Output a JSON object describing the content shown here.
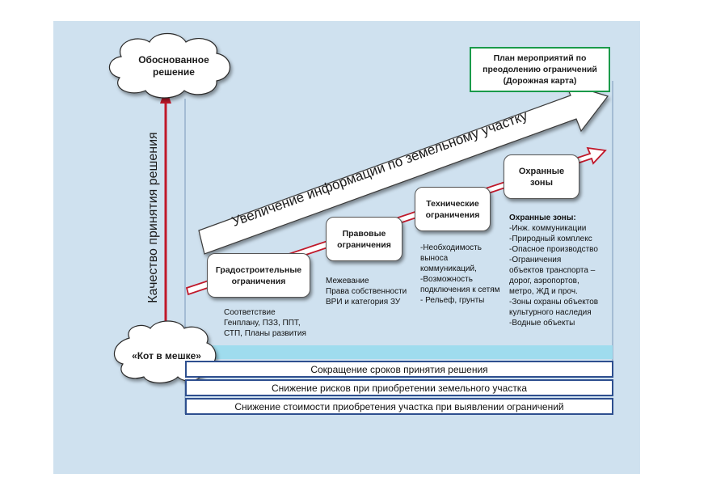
{
  "clouds": {
    "top": "Обоснованное решение",
    "bottom": "«Кот в мешке»"
  },
  "axis_label": "Качество принятия решения",
  "roadmap": "План мероприятий по преодолению ограничений (Дорожная карта)",
  "big_arrow_label": "Увеличение информации по земельному участку",
  "steps": [
    {
      "title": "Градостроительные ограничения",
      "detail": "Соответствие\nГенплану, ПЗЗ, ППТ,\nСТП, Планы развития"
    },
    {
      "title": "Правовые ограничения",
      "detail": "Межевание\nПрава собственности\nВРИ и категория ЗУ"
    },
    {
      "title": "Технические ограничения",
      "detail": "-Необходимость\nвыноса\nкоммуникаций,\n-Возможность\nподключения к сетям\n- Рельеф, грунты"
    },
    {
      "title": "Охранные зоны",
      "detail_heading": "Охранные зоны:",
      "detail": "-Инж. коммуникации\n-Природный комплекс\n-Опасное производство\n-Ограничения\nобъектов транспорта –\nдорог, аэропортов,\nметро, ЖД и проч.\n-Зоны охраны объектов\nкультурного наследия\n-Водные объекты"
    }
  ],
  "bars": [
    "Сокращение сроков принятия решения",
    "Снижение рисков при приобретении земельного участка",
    "Снижение стоимости приобретения участка при выявлении ограничений"
  ],
  "colors": {
    "panel": "#cfe1ef",
    "red_arrow": "#c0182a",
    "bar_border": "#2e4f8f",
    "roadmap_border": "#1a9a4a",
    "cyan_band": "#9fdcee"
  }
}
